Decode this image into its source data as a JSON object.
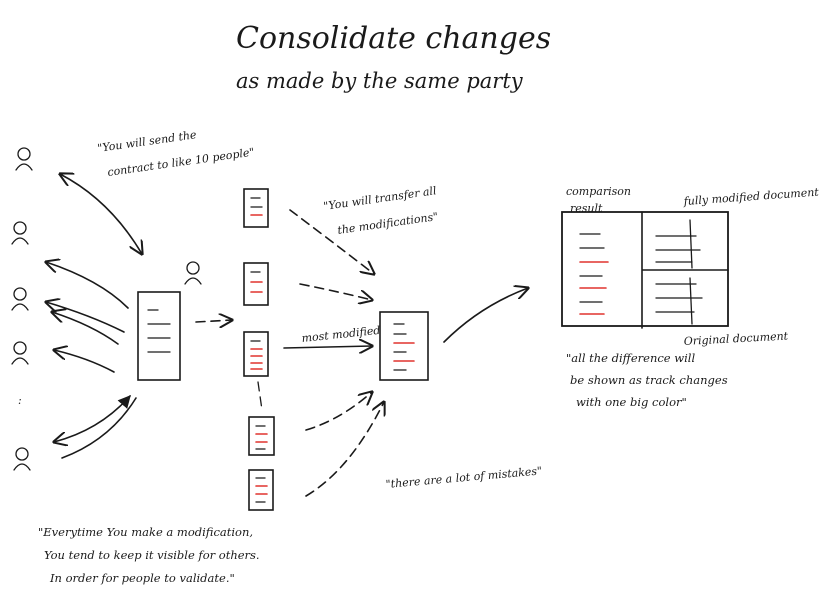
{
  "title": "Consolidate changes",
  "subtitle": "as made by the same party",
  "notes": {
    "send_line1": "\"You will send the",
    "send_line2": "contract to like 10 people\"",
    "transfer_line1": "\"You will transfer all",
    "transfer_line2": "the modifications\"",
    "most_modified": "most modified",
    "mistakes": "\"there are a lot of mistakes\"",
    "comparison_line1": "comparison",
    "comparison_line2": "result",
    "fully_modified": "fully modified document",
    "original_document": "Original document",
    "difference_line1": "\"all the difference will",
    "difference_line2": "be shown as track changes",
    "difference_line3": "with one big color\"",
    "everytime_line1": "\"Everytime You make a modification,",
    "everytime_line2": "You tend to keep it visible for others.",
    "everytime_line3": "In order for people to validate.\"",
    "ellipsis": ":"
  },
  "colors": {
    "ink": "#1a1a1a",
    "change_mark": "#e0332f"
  },
  "icons": [
    "person-icon",
    "document-icon",
    "arrow-icon"
  ]
}
